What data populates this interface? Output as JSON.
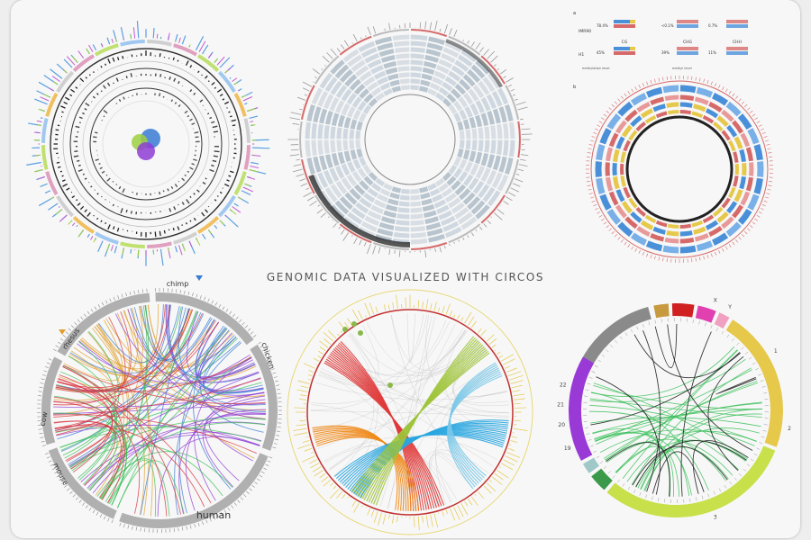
{
  "main_title": "GENOMIC DATA VISUALIZED WITH CIRCOS",
  "species_labels": [
    "chimp",
    "chicken",
    "human",
    "mouse",
    "cow",
    "rhesus"
  ],
  "colors": {
    "chimp": "#3a7bd5",
    "chicken": "#8e3dd6",
    "human": "#777777",
    "mouse": "#3bbf5a",
    "cow": "#d8323c",
    "rhesus": "#e0a030",
    "methyl_blue": "#4a90d9",
    "methyl_red": "#d66a6a",
    "bright_red": "#e03a3a",
    "bright_orange": "#f08a1a",
    "bright_blue": "#2aa6e0",
    "bright_green": "#9ec43a",
    "karyo_yellow": "#e6c84a",
    "karyo_lime": "#c8e04a",
    "karyo_purple": "#9a3ad6",
    "karyo_green": "#3a9a4a"
  },
  "methylation_panel": {
    "section_letters": [
      "a",
      "b"
    ],
    "context_labels": [
      "CG",
      "CHG",
      "CHH"
    ],
    "percentages": [
      "78.4%",
      "<0.1%",
      "0.7%",
      "45%",
      "39%",
      "11%"
    ],
    "row_labels": [
      "IMR90",
      "H1"
    ],
    "legend_text": [
      "methylation level",
      "methyl level"
    ]
  },
  "karyotype_panel": {
    "tick_labels": [
      "19",
      "20",
      "21",
      "22",
      "X",
      "Y",
      "1",
      "2",
      "3"
    ]
  }
}
